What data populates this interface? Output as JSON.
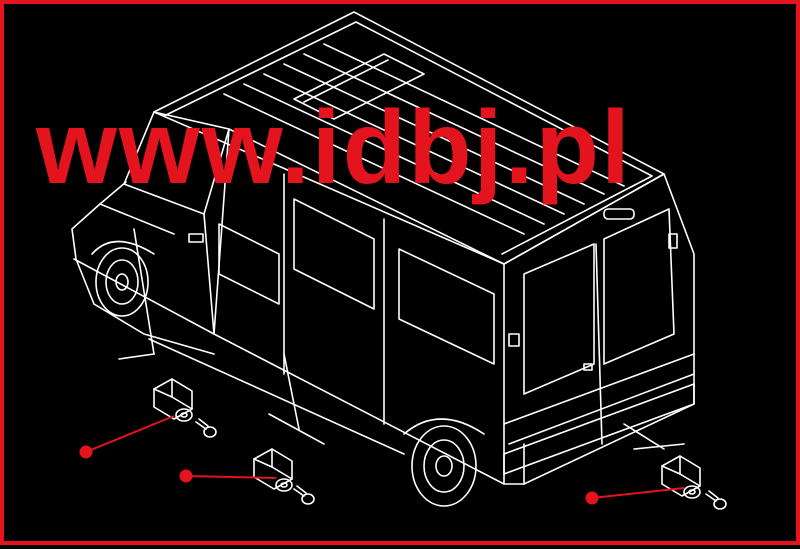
{
  "watermark": {
    "text": "www.idbj.pl",
    "color": "#e3141d"
  },
  "colors": {
    "background": "#000000",
    "border": "#e3141d",
    "line_art": "#ffffff",
    "callout": "#e3141d"
  },
  "icons": {
    "main": "van-line-drawing",
    "parts": [
      "door-contact-switch",
      "door-contact-switch",
      "door-contact-switch"
    ],
    "fasteners": [
      "screw",
      "screw",
      "screw"
    ]
  }
}
